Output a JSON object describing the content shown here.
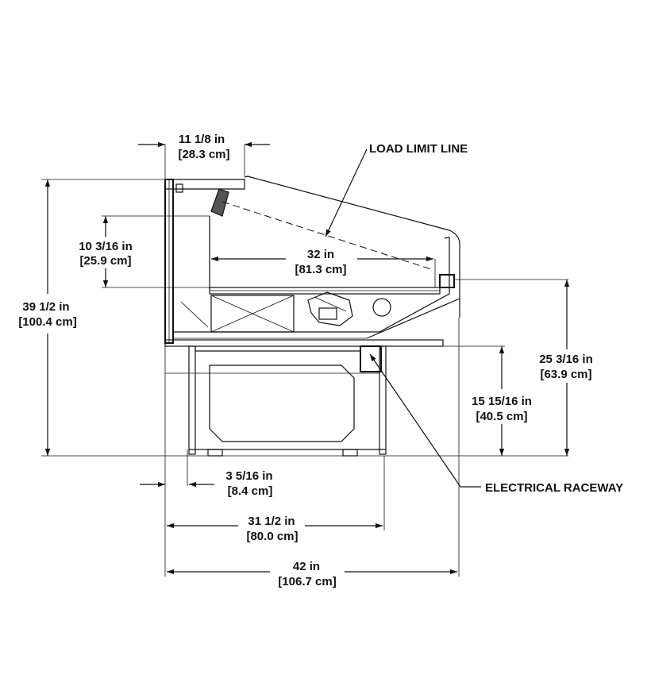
{
  "dimensions": {
    "top_overhang": {
      "imperial": "11 1/8 in",
      "metric": "[28.3 cm]"
    },
    "rear_height": {
      "imperial": "10 3/16 in",
      "metric": "[25.9 cm]"
    },
    "deck_depth": {
      "imperial": "32 in",
      "metric": "[81.3 cm]"
    },
    "overall_height": {
      "imperial": "39 1/2 in",
      "metric": "[100.4 cm]"
    },
    "front_height": {
      "imperial": "25 3/16 in",
      "metric": "[63.9 cm]"
    },
    "raceway_height": {
      "imperial": "15 15/16 in",
      "metric": "[40.5 cm]"
    },
    "base_offset": {
      "imperial": "3 5/16 in",
      "metric": "[8.4 cm]"
    },
    "base_depth": {
      "imperial": "31 1/2 in",
      "metric": "[80.0 cm]"
    },
    "overall_depth": {
      "imperial": "42 in",
      "metric": "[106.7 cm]"
    }
  },
  "callouts": {
    "load_limit": "LOAD LIMIT LINE",
    "raceway": "ELECTRICAL RACEWAY"
  }
}
